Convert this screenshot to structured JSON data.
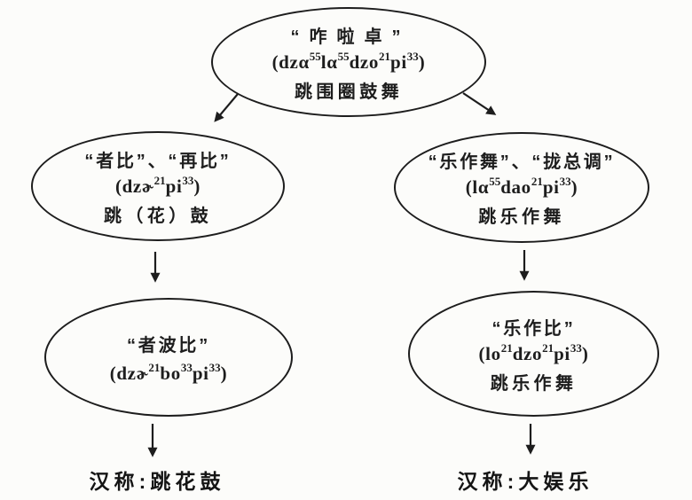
{
  "diagram": {
    "type": "flow-diagram",
    "topic": "Hani dance terms lineage",
    "colors": {
      "ink": "#1d1d1d",
      "paper": "#fcfcfa"
    },
    "nodes": {
      "root": {
        "title": "“咋啦卓”",
        "phonetic": "(dzα^55^lα^55^dzo^21^pi^33^)",
        "desc": "跳围圈鼓舞"
      },
      "zhebi": {
        "title": "“者比”、“再比”",
        "phonetic": "(dzɚ^21^pi^33^)",
        "desc": "跳（花）鼓"
      },
      "lezuowu": {
        "title": "“乐作舞”、“拢总调”",
        "phonetic": "(lα^55^dao^21^pi^33^)",
        "desc": "跳乐作舞"
      },
      "zhebobi": {
        "title": "“者波比”",
        "phonetic": "(dzɚ^21^bo^33^pi^33^)",
        "desc": ""
      },
      "lezuobi": {
        "title": "“乐作比”",
        "phonetic": "(lo^21^dzo^21^pi^33^)",
        "desc": "跳乐作舞"
      }
    },
    "labels": {
      "han_left": "汉称:跳花鼓",
      "han_right": "汉称:大娱乐"
    },
    "edges": [
      "root->zhebi",
      "root->lezuowu",
      "zhebi->zhebobi",
      "lezuowu->lezuobi",
      "zhebobi->han_left",
      "lezuobi->han_right"
    ]
  }
}
